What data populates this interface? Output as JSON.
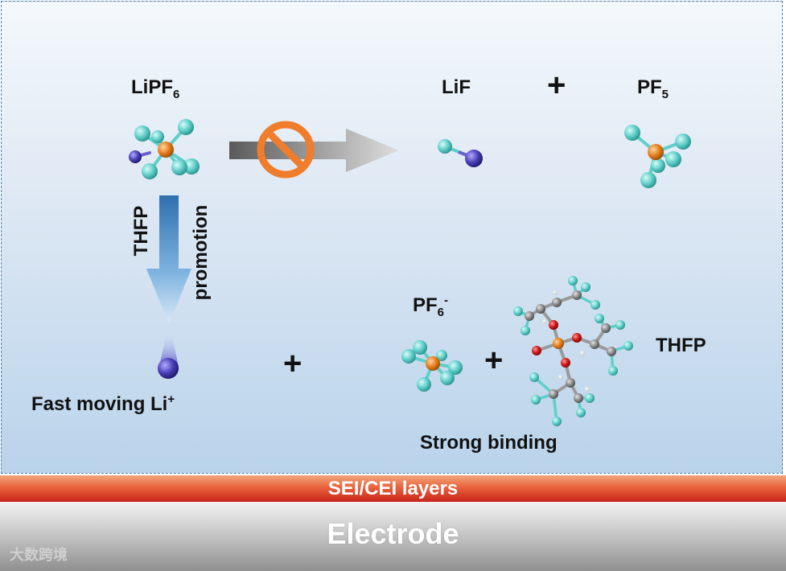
{
  "labels": {
    "lipf6": {
      "base": "LiPF",
      "sub": "6"
    },
    "lif": "LiF",
    "pf5": {
      "base": "PF",
      "sub": "5"
    },
    "thfp_vertical": "THFP",
    "promotion": "promotion",
    "pf6_anion": {
      "base": "PF",
      "sub": "6",
      "sup": "-"
    },
    "thfp_molecule": "THFP",
    "fast_li": {
      "base": "Fast moving Li",
      "sup": "+"
    },
    "strong_binding": "Strong binding",
    "plus": "+"
  },
  "layers": {
    "sei": "SEI/CEI layers",
    "electrode": "Electrode"
  },
  "watermark": "大数跨境",
  "colors": {
    "lithium": "#4a3fb8",
    "fluorine": "#5fcfca",
    "phosphorus": "#e67e1e",
    "carbon": "#8a8a8a",
    "oxygen": "#d01818",
    "hydrogen": "#e8f4f4",
    "forbidden": "#ef7d2b",
    "sei": "#d8401f",
    "electrode": "#a8a8a8",
    "promotion_arrow": "#3c7fbf"
  },
  "icons": {
    "forbidden": "prohibition-icon",
    "blocked_arrow": "gray-arrow",
    "promotion_arrow": "blue-down-arrow"
  }
}
